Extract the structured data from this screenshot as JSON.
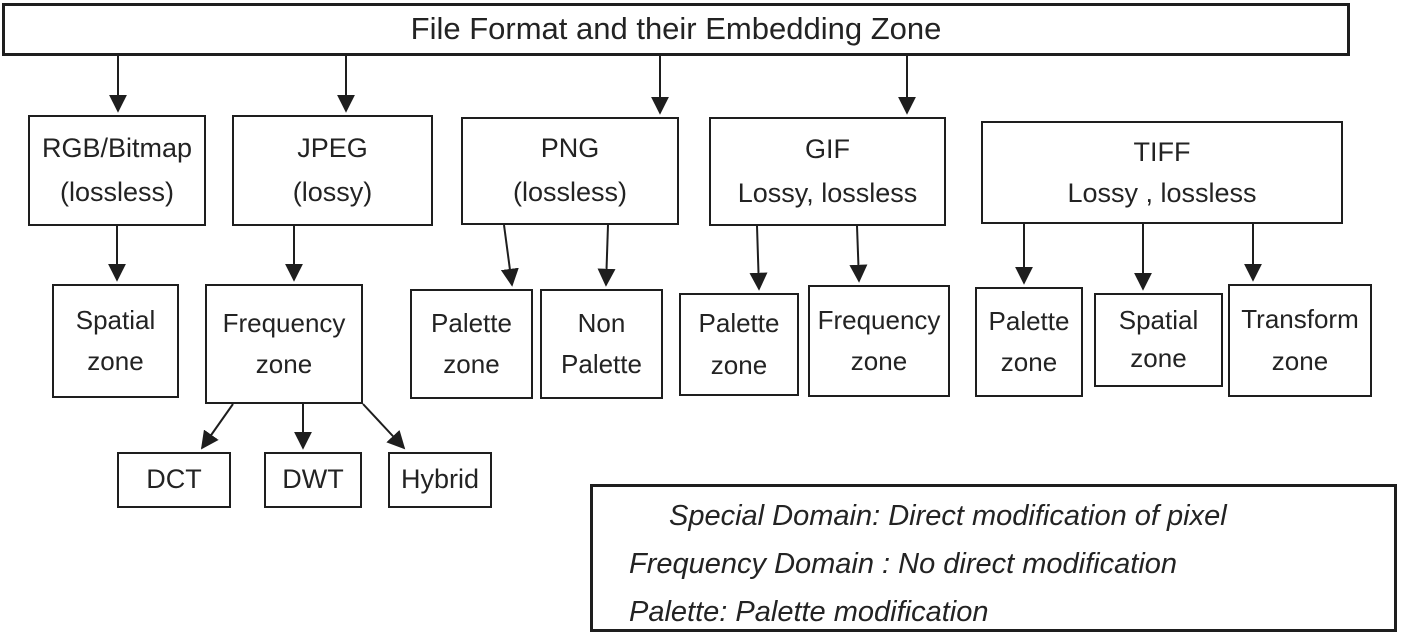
{
  "title": "File Format and their Embedding Zone",
  "nodes": {
    "rgb": {
      "line1": "RGB/Bitmap",
      "line2": "(lossless)"
    },
    "jpeg": {
      "line1": "JPEG",
      "line2": "(lossy)"
    },
    "png": {
      "line1": "PNG",
      "line2": "(lossless)"
    },
    "gif": {
      "line1": "GIF",
      "line2": "Lossy, lossless"
    },
    "tiff": {
      "line1": "TIFF",
      "line2": "Lossy , lossless"
    },
    "spatial_rgb": {
      "line1": "Spatial",
      "line2": "zone"
    },
    "frequency_jpeg": {
      "line1": "Frequency",
      "line2": "zone"
    },
    "palette_png": {
      "line1": "Palette",
      "line2": "zone"
    },
    "non_palette_png": {
      "line1": "Non",
      "line2": "Palette"
    },
    "palette_gif": {
      "line1": "Palette",
      "line2": "zone"
    },
    "frequency_gif": {
      "line1": "Frequency",
      "line2": "zone"
    },
    "palette_tiff": {
      "line1": "Palette",
      "line2": "zone"
    },
    "spatial_tiff": {
      "line1": "Spatial",
      "line2": "zone"
    },
    "transform_tiff": {
      "line1": "Transform",
      "line2": "zone"
    },
    "dct": {
      "line1": "DCT"
    },
    "dwt": {
      "line1": "DWT"
    },
    "hybrid": {
      "line1": "Hybrid"
    }
  },
  "legend": {
    "lines": [
      "Special Domain: Direct modification of pixel",
      "Frequency Domain : No direct modification",
      "Palette: Palette modification"
    ]
  },
  "colors": {
    "ink": "#1e1e1e",
    "background": "#ffffff"
  }
}
